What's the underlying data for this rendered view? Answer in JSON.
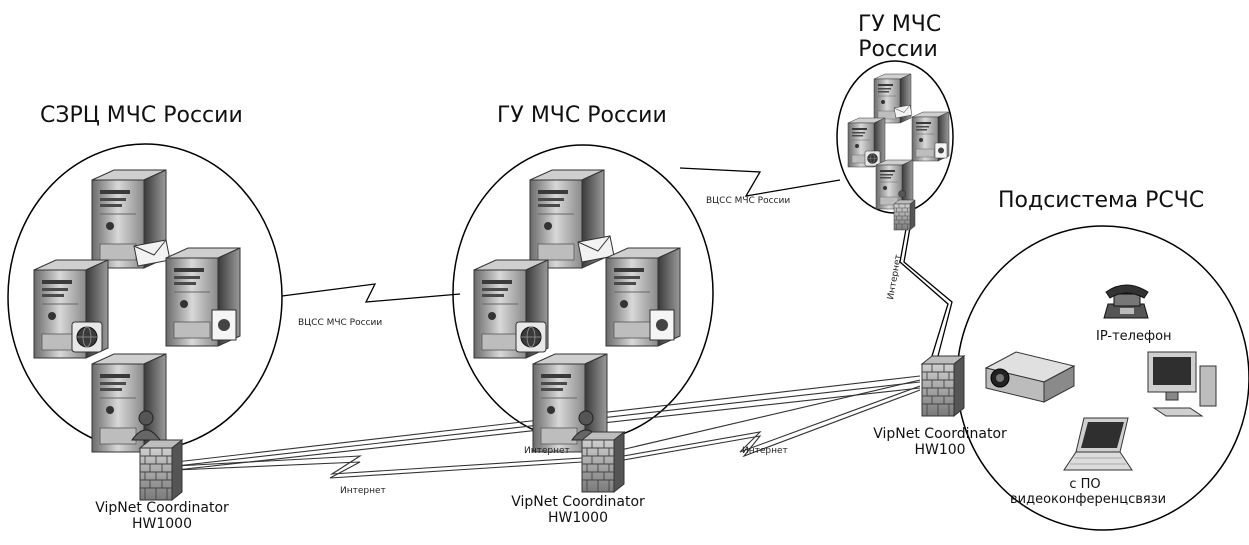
{
  "nodes": {
    "szrc": {
      "title": "СЗРЦ МЧС России",
      "coordinator": [
        "VipNet Coordinator",
        "HW1000"
      ]
    },
    "gu_center": {
      "title": "ГУ МЧС России",
      "coordinator": [
        "VipNet Coordinator",
        "HW1000"
      ]
    },
    "gu_top": {
      "title": [
        "ГУ МЧС",
        "России"
      ]
    },
    "rschs": {
      "title": "Подсистема РСЧС",
      "coordinator": [
        "VipNet Coordinator",
        "HW100"
      ],
      "ip_phone": "IP-телефон",
      "vc_laptop": [
        "с ПО",
        "видеоконференцсвязи"
      ]
    }
  },
  "links": {
    "vcss_1": "ВЦСС МЧС России",
    "vcss_2": "ВЦСС МЧС России",
    "internet_1": "Интернет",
    "internet_2": "Интернет",
    "internet_3": "Интернет",
    "internet_4": "Интернет"
  },
  "icons": {
    "server": "server-tower-icon",
    "firewall": "firewall-brick-icon",
    "mail": "mail-envelope-badge-icon",
    "globe": "globe-badge-icon",
    "user": "user-badge-icon",
    "document": "document-badge-icon",
    "lock": "padlock-icon",
    "projector": "projector-icon",
    "phone": "ip-phone-icon",
    "monitor": "desktop-monitor-icon",
    "laptop": "laptop-icon"
  },
  "colors": {
    "line": "#000000",
    "tint": "#555555"
  }
}
